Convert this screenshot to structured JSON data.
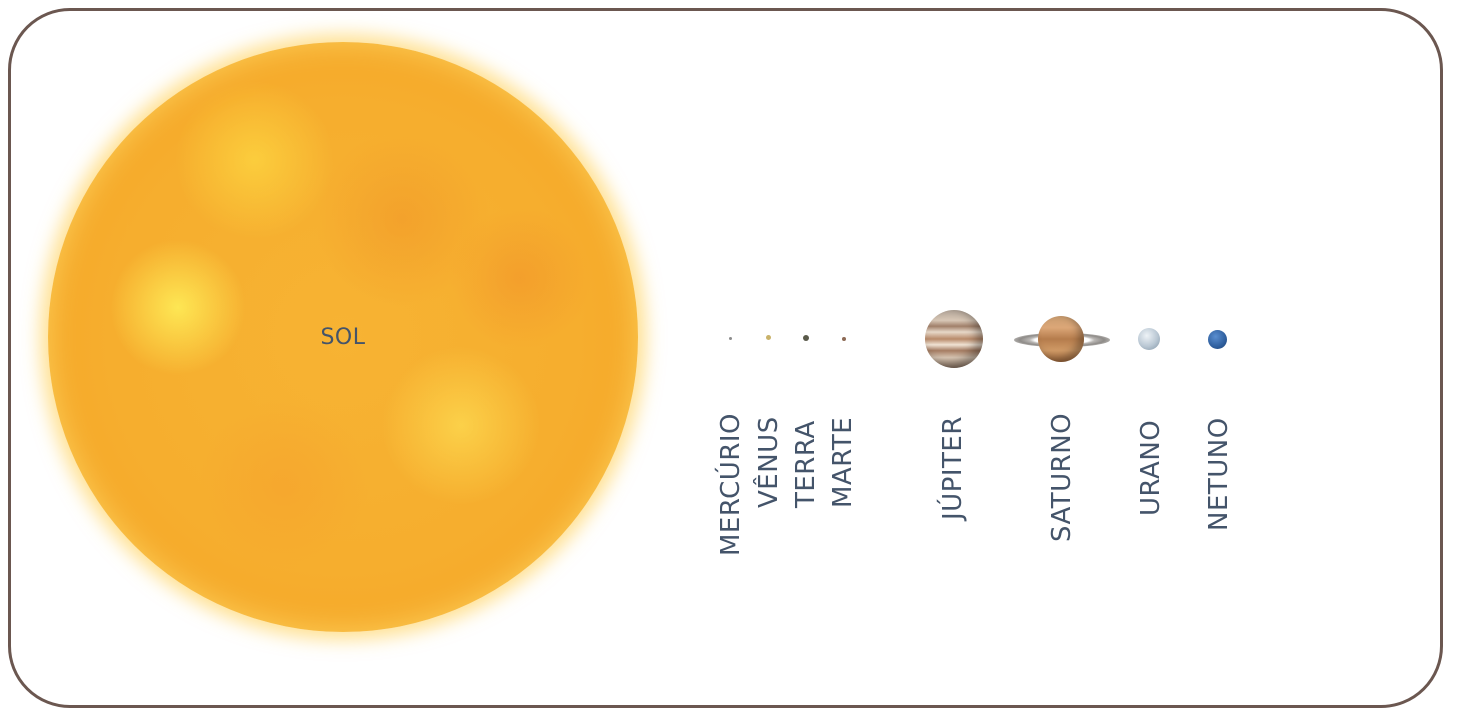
{
  "sun": {
    "label": "SOL"
  },
  "planets": [
    {
      "label": "MERCÚRIO"
    },
    {
      "label": "VÊNUS"
    },
    {
      "label": "TERRA"
    },
    {
      "label": "MARTE"
    },
    {
      "label": "JÚPITER"
    },
    {
      "label": "SATURNO"
    },
    {
      "label": "URANO"
    },
    {
      "label": "NETUNO"
    }
  ],
  "colors": {
    "frame_border": "#6b5750",
    "label_text": "#44546a",
    "sun_core": "#f6ae2e"
  }
}
